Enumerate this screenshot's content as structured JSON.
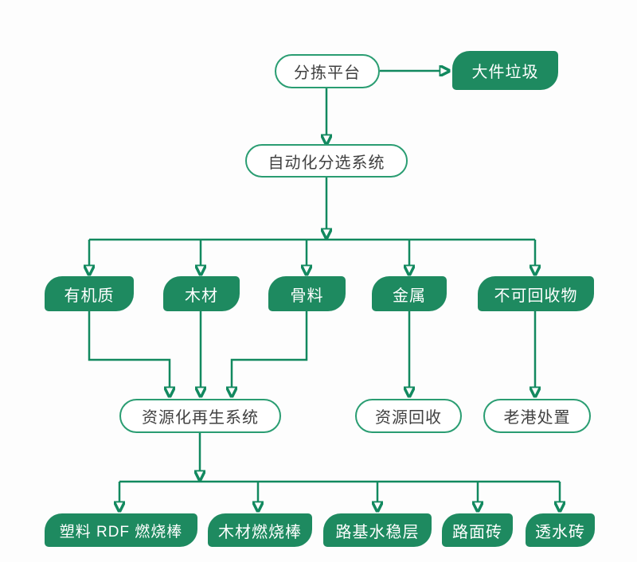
{
  "diagram": {
    "type": "flowchart",
    "language": "zh-CN",
    "colors": {
      "node_fill_green": "#1e8a60",
      "connector_green": "#12895f",
      "pill_border_green": "#2a9d72",
      "pill_text": "#414141",
      "leaf_text": "#ffffff",
      "background": "#fdfdfd"
    },
    "nodes": {
      "sorting_platform": {
        "label": "分拣平台",
        "style": "outline-pill"
      },
      "bulky_waste": {
        "label": "大件垃圾",
        "style": "filled-leaf"
      },
      "auto_sorting_system": {
        "label": "自动化分选系统",
        "style": "outline-pill"
      },
      "organic_matter": {
        "label": "有机质",
        "style": "filled-leaf"
      },
      "wood": {
        "label": "木材",
        "style": "filled-leaf"
      },
      "aggregate": {
        "label": "骨料",
        "style": "filled-leaf"
      },
      "metal": {
        "label": "金属",
        "style": "filled-leaf"
      },
      "non_recyclable": {
        "label": "不可回收物",
        "style": "filled-leaf"
      },
      "resource_regeneration_system": {
        "label": "资源化再生系统",
        "style": "outline-pill"
      },
      "resource_recovery": {
        "label": "资源回收",
        "style": "outline-pill"
      },
      "laogang_disposal": {
        "label": "老港处置",
        "style": "outline-pill"
      },
      "plastic_rdf_rod": {
        "label": "塑料 RDF 燃烧棒",
        "style": "filled-leaf"
      },
      "wood_burning_rod": {
        "label": "木材燃烧棒",
        "style": "filled-leaf"
      },
      "roadbed_water_stable_layer": {
        "label": "路基水稳层",
        "style": "filled-leaf"
      },
      "pavement_brick": {
        "label": "路面砖",
        "style": "filled-leaf"
      },
      "permeable_brick": {
        "label": "透水砖",
        "style": "filled-leaf"
      }
    },
    "edges": [
      {
        "from": "sorting_platform",
        "to": "bulky_waste"
      },
      {
        "from": "sorting_platform",
        "to": "auto_sorting_system"
      },
      {
        "from": "auto_sorting_system",
        "to": "organic_matter"
      },
      {
        "from": "auto_sorting_system",
        "to": "wood"
      },
      {
        "from": "auto_sorting_system",
        "to": "aggregate"
      },
      {
        "from": "auto_sorting_system",
        "to": "metal"
      },
      {
        "from": "auto_sorting_system",
        "to": "non_recyclable"
      },
      {
        "from": "organic_matter",
        "to": "resource_regeneration_system"
      },
      {
        "from": "wood",
        "to": "resource_regeneration_system"
      },
      {
        "from": "aggregate",
        "to": "resource_regeneration_system"
      },
      {
        "from": "metal",
        "to": "resource_recovery"
      },
      {
        "from": "non_recyclable",
        "to": "laogang_disposal"
      },
      {
        "from": "resource_regeneration_system",
        "to": "plastic_rdf_rod"
      },
      {
        "from": "resource_regeneration_system",
        "to": "wood_burning_rod"
      },
      {
        "from": "resource_regeneration_system",
        "to": "roadbed_water_stable_layer"
      },
      {
        "from": "resource_regeneration_system",
        "to": "pavement_brick"
      },
      {
        "from": "resource_regeneration_system",
        "to": "permeable_brick"
      }
    ]
  }
}
